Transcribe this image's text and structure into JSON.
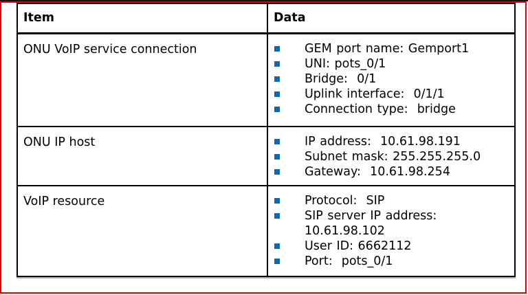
{
  "colors": {
    "annotation_border": "#e60000",
    "bullet": "#1265b0",
    "table_border": "#000000"
  },
  "table": {
    "columns": [
      "Item",
      "Data"
    ],
    "rows": [
      {
        "item": "ONU VoIP service connection",
        "data": [
          "GEM port name: Gemport1",
          "UNI: pots_0/1",
          "Bridge:  0/1",
          "Uplink interface:  0/1/1",
          "Connection type:  bridge"
        ]
      },
      {
        "item": "ONU IP host",
        "data": [
          "IP address:  10.61.98.191",
          "Subnet mask: 255.255.255.0",
          "Gateway:  10.61.98.254"
        ]
      },
      {
        "item": "VoIP resource",
        "data": [
          "Protocol:  SIP",
          "SIP server IP address:\n10.61.98.102",
          "User ID: 6662112",
          "Port:  pots_0/1"
        ]
      }
    ]
  }
}
